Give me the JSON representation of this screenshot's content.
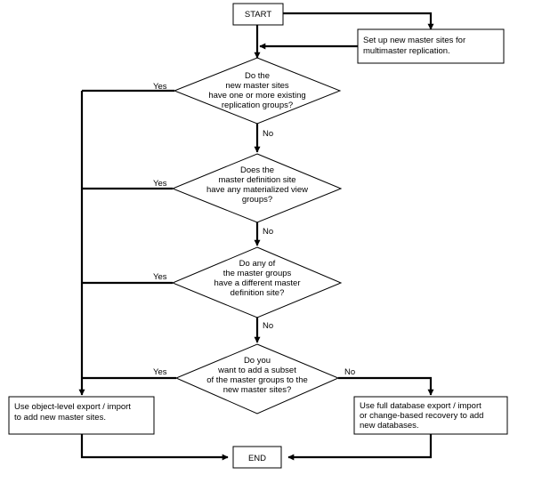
{
  "terminals": {
    "start": "START",
    "end": "END"
  },
  "process": {
    "setup": [
      "Set up new master sites for",
      "multimaster replication."
    ],
    "object_level": [
      "Use object-level export / import",
      "to add new master sites."
    ],
    "full_db": [
      "Use full database export / import",
      "or change-based recovery to add",
      "new databases."
    ]
  },
  "decisions": [
    {
      "lines": [
        "Do the",
        "new master sites",
        "have one or more existing",
        "replication groups?"
      ],
      "yes": "Yes",
      "no": "No"
    },
    {
      "lines": [
        "Does the",
        "master definition site",
        "have any materialized view",
        "groups?"
      ],
      "yes": "Yes",
      "no": "No"
    },
    {
      "lines": [
        "Do any of",
        "the master groups",
        "have a different master",
        "definition site?"
      ],
      "yes": "Yes",
      "no": "No"
    },
    {
      "lines": [
        "Do you",
        "want to add a subset",
        "of the master groups to the",
        "new master sites?"
      ],
      "yes": "Yes",
      "no": "No"
    }
  ]
}
